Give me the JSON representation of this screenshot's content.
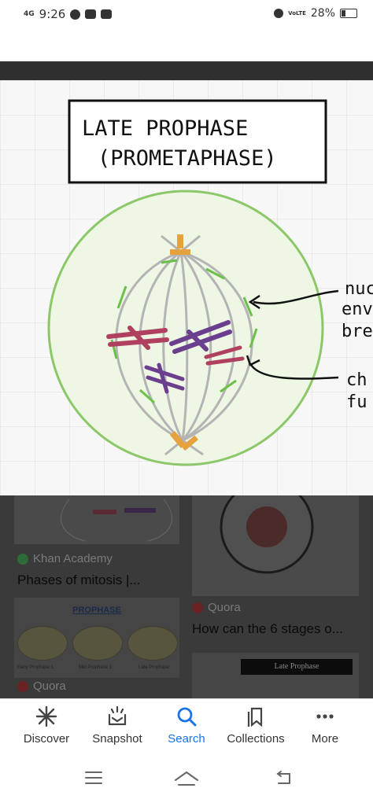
{
  "status_bar": {
    "network": "4G",
    "time": "9:26",
    "lte": "VoLTE",
    "battery": "28%"
  },
  "diagram": {
    "title_line1": "LATE PROPHASE",
    "title_line2": "(PROMETAPHASE)",
    "label_nuclear": [
      "nuc",
      "env",
      "bre"
    ],
    "label_chromo": [
      "ch",
      "fu"
    ]
  },
  "results": {
    "left1": {
      "source": "Khan Academy",
      "title": "Phases of mitosis |..."
    },
    "left2": {
      "heading": "PROPHASE",
      "captions": [
        "Early Prophase 1",
        "Mid Prophase 1",
        "Late Prophase"
      ],
      "source": "Quora"
    },
    "right1": {
      "source": "Quora",
      "title": "How can the 6 stages o..."
    },
    "right2": {
      "banner": "Late Prophase"
    }
  },
  "bottom_nav": {
    "items": [
      {
        "label": "Discover",
        "icon": "asterisk-icon"
      },
      {
        "label": "Snapshot",
        "icon": "snapshot-icon"
      },
      {
        "label": "Search",
        "icon": "search-icon"
      },
      {
        "label": "Collections",
        "icon": "bookmark-icon"
      },
      {
        "label": "More",
        "icon": "more-icon"
      }
    ],
    "active": "Search"
  },
  "colors": {
    "accent": "#1a73e8",
    "cell_fill": "#eef6e4",
    "cell_border": "#8cc76a",
    "chromosome_red": "#b0405f",
    "chromosome_purple": "#6a3f8e",
    "centrosome": "#e0a23a"
  }
}
